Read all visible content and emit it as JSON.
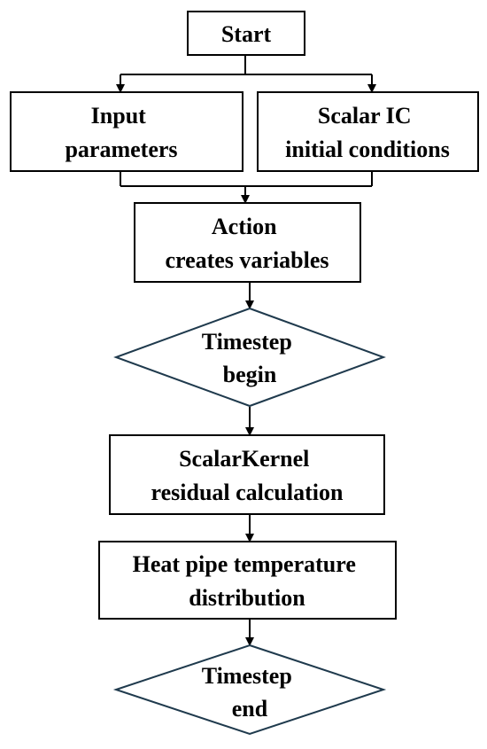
{
  "nodes": {
    "start": {
      "lines": [
        "Start"
      ]
    },
    "input_parameters": {
      "lines": [
        "Input",
        "parameters"
      ]
    },
    "scalar_ic": {
      "lines": [
        "Scalar IC",
        "initial conditions"
      ]
    },
    "action": {
      "lines": [
        "Action",
        "creates variables"
      ]
    },
    "timestep_begin": {
      "lines": [
        "Timestep",
        "begin"
      ]
    },
    "scalar_kernel": {
      "lines": [
        "ScalarKernel",
        "residual calculation"
      ]
    },
    "heat_pipe": {
      "lines": [
        "Heat pipe temperature",
        "distribution"
      ]
    },
    "timestep_end": {
      "lines": [
        "Timestep",
        "end"
      ]
    }
  },
  "colors": {
    "box_stroke": "#000000",
    "diamond_stroke": "#1f3a4d",
    "text": "#000000",
    "background": "#ffffff"
  }
}
